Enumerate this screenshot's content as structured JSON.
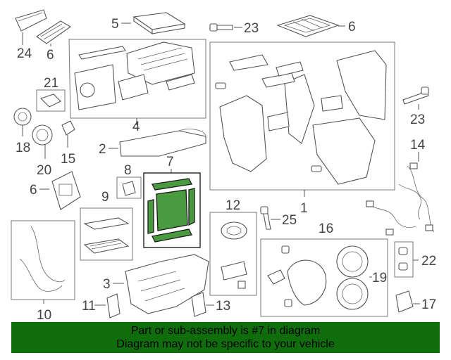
{
  "diagram": {
    "callouts": {
      "c1": "1",
      "c2": "2",
      "c3": "3",
      "c4": "4",
      "c5": "5",
      "c6a": "6",
      "c6b": "6",
      "c6c": "6",
      "c7": "7",
      "c8": "8",
      "c9": "9",
      "c10": "10",
      "c11": "11",
      "c12": "12",
      "c13": "13",
      "c14": "14",
      "c15": "15",
      "c16": "16",
      "c17": "17",
      "c18": "18",
      "c19": "19",
      "c20": "20",
      "c21": "21",
      "c22": "22",
      "c23a": "23",
      "c23b": "23",
      "c24": "24",
      "c25": "25"
    },
    "highlight_color": "#4a9a3f"
  },
  "banner": {
    "line1": "Part or sub-assembly is #7 in diagram",
    "line2": "Diagram may not be specific to your vehicle",
    "background": "#0f6e0b"
  }
}
